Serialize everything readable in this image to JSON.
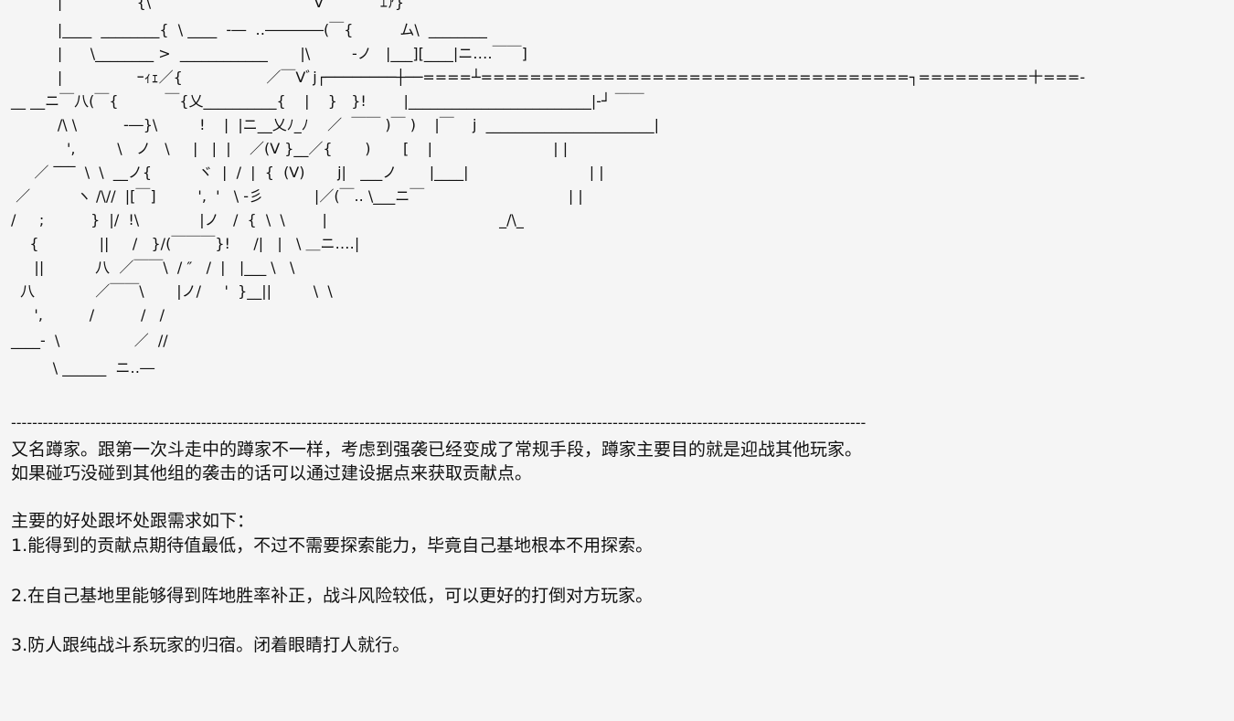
{
  "art": {
    "lines": [
      "          |                {\\                                   V         ￣ｴｱ}",
      "          |____  ________{  \\ ____  -―  ‥――――(￣{          ム\\  ________",
      "          |      \\________ >  ____________       |\\         -ノ   |___][____|ニ‥‥￣￣]",
      "          |                ｰｨｪ／{                  ／￣Vﾞj┌────────┼──====┴===================================┐=========十===-",
      "__ __ニ￣八(￣{          ￣{乂__________{    |    }   }!        |_________________________|-┘ ￣￣",
      "          /\\ \\          -―}\\         !    |  |ニ__乂ﾉ_ﾉ    ／  ￣￣ )￣ )    |￣    j  _______________________|",
      "            ',         \\   ノ   \\     |   |  |    ／(V }__／{       )       [    |                          | |",
      "     ／ ‾‾‾  \\  \\  __ノ{          ヾ  |  /  |  {  (V)       j|   ___ノ       |____|                          | |",
      " ／          ヽ /\\//  |[￣]         ',  '   \\ -彡           |／(￣.. \\___ニ￣                               | |",
      "/     ;          }  |/  !\\             |ノ   /  {  \\  \\        |                                     _/\\_",
      "    {             ||     /   }/(￣￣￣}!     /|   |   \\ ＿ニ‥‥|",
      "     ||           八  ／￣￣\\  / ″   /  |   |___ \\   \\",
      "  八             ／￣￣\\       |ノ/     '  }__||         \\  \\",
      "     ',          /          /   /",
      "____-  \\                ／  //",
      "         \\ ______  ニ‥―"
    ]
  },
  "divider": "------------------------------------------------------------------------------------------------------------------------------------------------------------------",
  "text": {
    "line1": "又名蹲家。跟第一次斗走中的蹲家不一样，考虑到强袭已经变成了常规手段，蹲家主要目的就是迎战其他玩家。",
    "line2": "如果碰巧没碰到其他组的袭击的话可以通过建设据点来获取贡献点。",
    "line3": "主要的好处跟坏处跟需求如下：",
    "item1": "1.能得到的贡献点期待值最低，不过不需要探索能力，毕竟自己基地根本不用探索。",
    "item2": "2.在自己基地里能够得到阵地胜率补正，战斗风险较低，可以更好的打倒对方玩家。",
    "item3": "3.防人跟纯战斗系玩家的归宿。闭着眼睛打人就行。"
  }
}
